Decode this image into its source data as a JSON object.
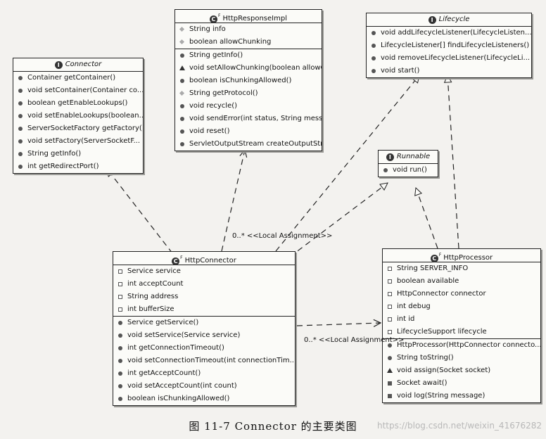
{
  "classes": {
    "connector": {
      "name": "Connector",
      "members": [
        "Container getContainer()",
        "void setContainer(Container co...",
        "boolean getEnableLookups()",
        "void setEnableLookups(boolean...",
        "ServerSocketFactory getFactory()",
        "void setFactory(ServerSocketF...",
        "String getInfo()",
        "int getRedirectPort()"
      ]
    },
    "http_response_impl": {
      "name": "HttpResponseImpl",
      "fields": [
        "String info",
        "boolean allowChunking"
      ],
      "methods": [
        "String getInfo()",
        "void setAllowChunking(boolean allowChun...",
        "boolean isChunkingAllowed()",
        "String getProtocol()",
        "void recycle()",
        "void sendError(int status, String message)",
        "void reset()",
        "ServletOutputStream createOutputStream()"
      ]
    },
    "lifecycle": {
      "name": "Lifecycle",
      "members": [
        "void addLifecycleListener(LifecycleListen...",
        "LifecycleListener[] findLifecycleListeners()",
        "void removeLifecycleListener(LifecycleLi...",
        "void start()"
      ]
    },
    "runnable": {
      "name": "Runnable",
      "members": [
        "void run()"
      ]
    },
    "http_connector": {
      "name": "HttpConnector",
      "fields": [
        "Service service",
        "int acceptCount",
        "String address",
        "int bufferSize"
      ],
      "methods": [
        "Service getService()",
        "void setService(Service service)",
        "int getConnectionTimeout()",
        "void setConnectionTimeout(int connectionTim...",
        "int getAcceptCount()",
        "void setAcceptCount(int count)",
        "boolean isChunkingAllowed()"
      ]
    },
    "http_processor": {
      "name": "HttpProcessor",
      "fields": [
        "String SERVER_INFO",
        "boolean available",
        "HttpConnector connector",
        "int debug",
        "int id",
        "LifecycleSupport lifecycle"
      ],
      "methods": [
        "HttpProcessor(HttpConnector connecto...",
        "String toString()",
        "void assign(Socket socket)",
        "Socket await()",
        "void log(String message)"
      ]
    }
  },
  "labels": {
    "assoc_top": "0..* <<Local Assignment>>",
    "assoc_mid": "0..* <<Local Assignment>>"
  },
  "caption": "图 11-7   Connector 的主要类图",
  "watermark": "https://blog.csdn.net/weixin_41676282"
}
